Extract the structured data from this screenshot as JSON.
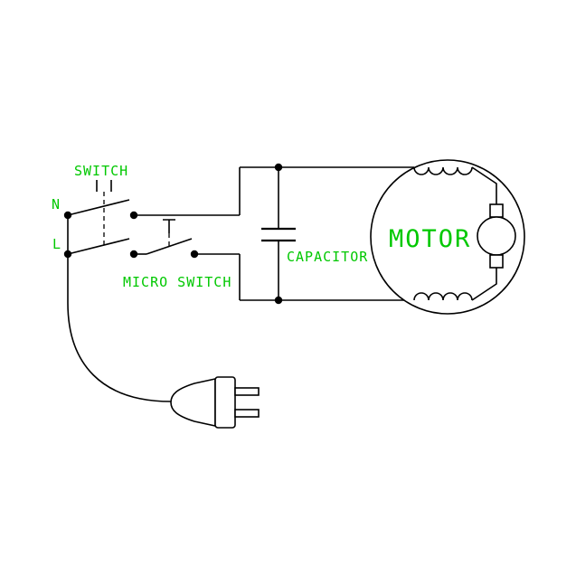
{
  "diagram": {
    "title": "motor-wiring-schematic",
    "labels": {
      "switch": "SWITCH",
      "terminal_n": "N",
      "terminal_l": "L",
      "micro_switch": "MICRO SWITCH",
      "capacitor": "CAPACITOR",
      "motor": "MOTOR"
    },
    "colors": {
      "label_green": "#00c800",
      "line_black": "#000000",
      "background": "#ffffff"
    }
  }
}
